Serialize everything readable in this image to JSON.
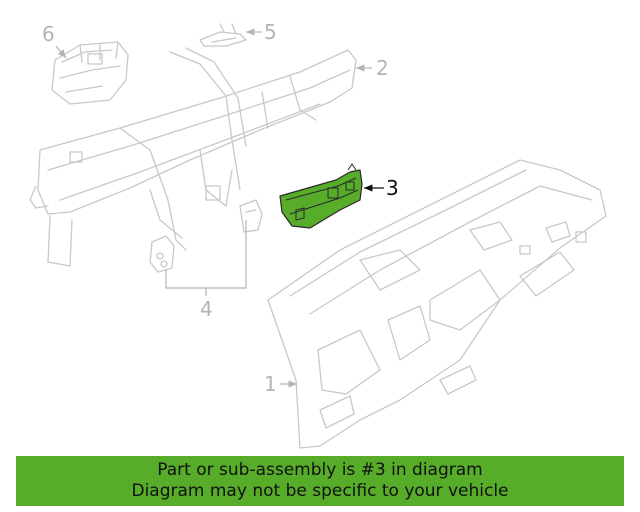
{
  "callouts": {
    "c1": "1",
    "c2": "2",
    "c3": "3",
    "c4": "4",
    "c5": "5",
    "c6": "6"
  },
  "highlight_color": "#57ac2a",
  "banner": {
    "line1": "Part or sub-assembly is #3 in diagram",
    "line2": "Diagram may not be specific to your vehicle"
  }
}
